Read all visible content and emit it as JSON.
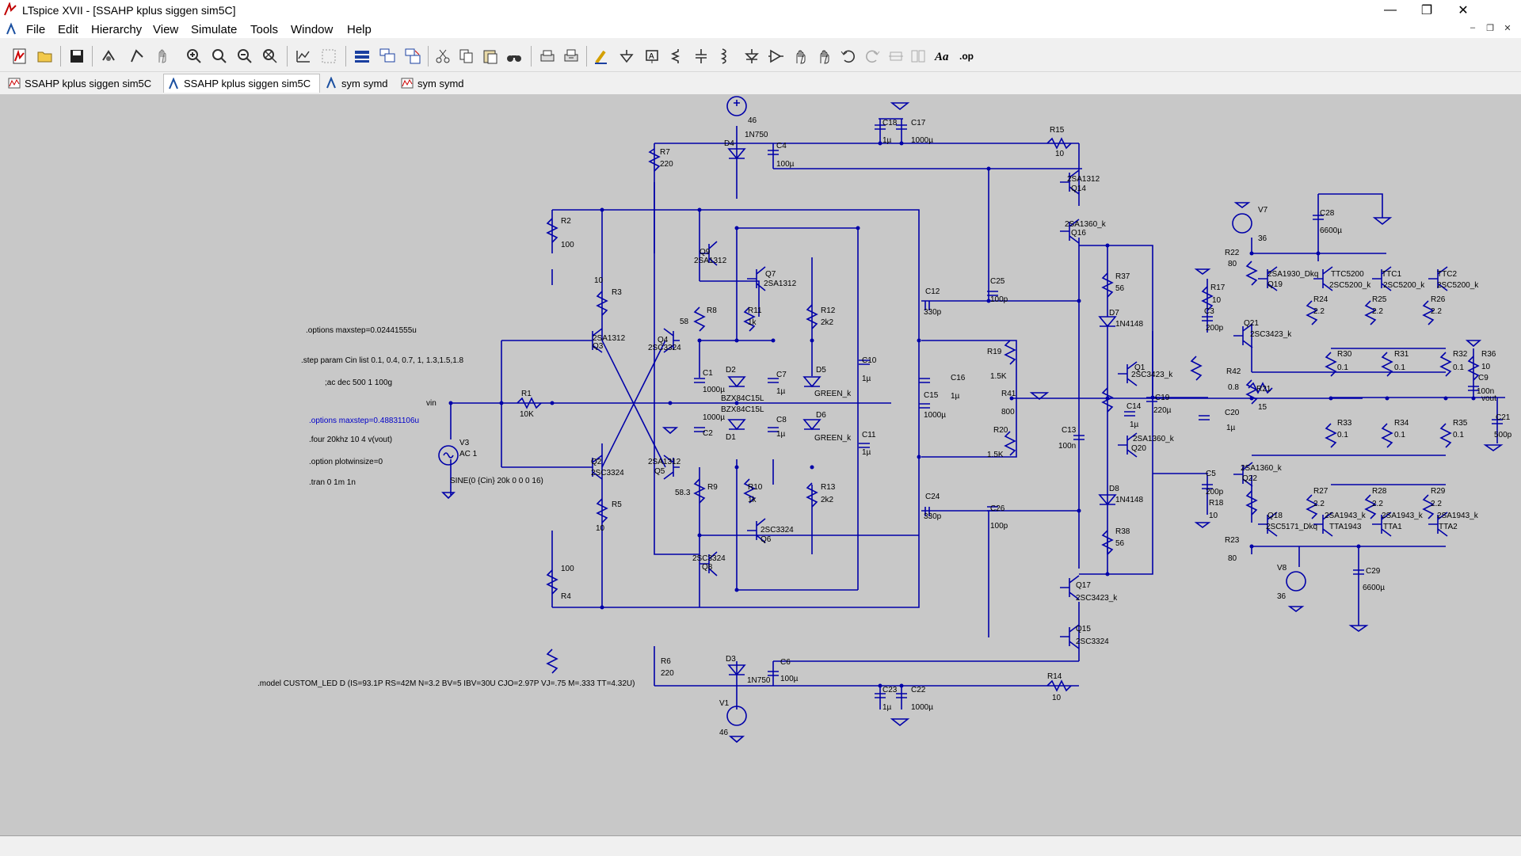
{
  "window": {
    "title": "LTspice XVII - [SSAHP kplus siggen sim5C]",
    "minimize_icon": "minimize-icon",
    "maximize_icon": "restore-icon",
    "close_icon": "close-icon"
  },
  "menu": {
    "items": [
      "File",
      "Edit",
      "Hierarchy",
      "View",
      "Simulate",
      "Tools",
      "Window",
      "Help"
    ]
  },
  "toolbar": {
    "buttons": [
      "new-schematic-icon",
      "open-icon",
      "save-icon",
      "control-panel-icon",
      "run-icon",
      "halt-icon",
      "zoom-in-icon",
      "pan-icon",
      "zoom-out-icon",
      "zoom-fit-icon",
      "autorange-icon",
      "tile-icon",
      "cascade-icon",
      "close-windows-icon",
      "cut-icon",
      "copy-icon",
      "paste-icon",
      "find-icon",
      "print-icon",
      "print-setup-icon",
      "draw-wire-icon",
      "ground-icon",
      "label-net-icon",
      "resistor-icon",
      "capacitor-icon",
      "inductor-icon",
      "diode-icon",
      "component-icon",
      "move-icon",
      "drag-icon",
      "undo-icon",
      "redo-icon",
      "rotate-icon",
      "mirror-icon",
      "text-icon",
      "spice-directive-icon"
    ]
  },
  "tabs": [
    {
      "label": "SSAHP kplus siggen sim5C",
      "icon": "waveform-icon",
      "active": false
    },
    {
      "label": "SSAHP kplus siggen sim5C",
      "icon": "schematic-icon",
      "active": true
    },
    {
      "label": "sym symd",
      "icon": "schematic-icon",
      "active": false
    },
    {
      "label": "sym symd",
      "icon": "waveform-icon",
      "active": false
    }
  ],
  "schematic": {
    "directives": {
      "maxstep1": ".options maxstep=0.02441555u",
      "step": ".step param Cin list 0.1, 0.4, 0.7, 1, 1.3,1.5,1.8",
      "ac": ";ac dec 500 1 100g",
      "maxstep2": ".options maxstep=0.48831106u",
      "four": ".four 20khz 10 4 v(vout)",
      "plotwinsize": ".option plotwinsize=0",
      "tran": ".tran 0 1m 1n",
      "sine": "SINE(0 {Cin} 20k 0 0 0 16)",
      "model": ".model CUSTOM_LED D (IS=93.1P RS=42M N=3.2 BV=5 IBV=30U CJO=2.97P VJ=.75 M=.333 TT=4.32U)"
    },
    "nets": {
      "vin": "vin",
      "vout": "vout"
    },
    "labels": {
      "v46top": "46",
      "d4": "D4",
      "d4val": "1N750",
      "c4": "C4",
      "c4val": "100µ",
      "c18": "C18",
      "c18val": "1µ",
      "c17": "C17",
      "c17val": "1000µ",
      "r15": "R15",
      "r15val": "10",
      "r7": "R7",
      "r7val": "220",
      "q14": "Q14",
      "q14val": "2SA1312",
      "q16": "Q16",
      "q16val": "2SA1360_k",
      "r2": "R2",
      "r2val": "100",
      "r3": "R3",
      "r3val": "10",
      "q3": "Q3",
      "q3val": "2SA1312",
      "q4": "Q4",
      "q4val": "2SC3324",
      "q9": "Q9",
      "q9val": "2SA1312",
      "q7": "Q7",
      "q7val": "2SA1312",
      "r8": "R8",
      "r8val": "58",
      "r11": "R11",
      "r11val": "1k",
      "r12": "R12",
      "r12val": "2k2",
      "c12": "C12",
      "c12val": "330p",
      "c25": "C25",
      "c25val": "100p",
      "r37": "R37",
      "r37val": "56",
      "d7": "D7",
      "d7val": "1N4148",
      "r19": "R19",
      "r19val": "1.5K",
      "c1": "C1",
      "c1val": "1000µ",
      "d2": "D2",
      "c7": "C7",
      "c7val": "1µ",
      "d5": "D5",
      "d5val": "GREEN_k",
      "c10": "C10",
      "c10val": "1µ",
      "c16": "C16",
      "c16val": "1µ",
      "c15": "C15",
      "c15val": "1000µ",
      "bzx1": "BZX84C15L",
      "bzx2": "BZX84C15L",
      "r1": "R1",
      "r1val": "10K",
      "c2": "C2",
      "c2val": "1000µ",
      "d1": "D1",
      "c8": "C8",
      "c8val": "1µ",
      "d6": "D6",
      "d6val": "GREEN_k",
      "c11": "C11",
      "c11val": "1µ",
      "r41": "R41",
      "r41val": "800",
      "q1": "Q1",
      "q1val": "2SC3423_k",
      "c14": "C14",
      "c14val": "1µ",
      "c19": "C19",
      "c19val": "220µ",
      "c13": "C13",
      "c13val": "100n",
      "r20": "R20",
      "r20val": "1.5K",
      "q20": "Q20",
      "q20val": "2SA1360_k",
      "v3": "V3",
      "v3val": "AC 1",
      "q2": "Q2",
      "q2val": "2SC3324",
      "q5": "Q5",
      "q5val": "2SA1312",
      "r9": "R9",
      "r9val": "58.3",
      "r10": "R10",
      "r10val": "1k",
      "r13": "R13",
      "r13val": "2k2",
      "r5": "R5",
      "r5val": "10",
      "c24": "C24",
      "c24val": "330p",
      "c26": "C26",
      "c26val": "100p",
      "d8": "D8",
      "d8val": "1N4148",
      "q6": "Q6",
      "q6val": "2SC3324",
      "q8": "Q8",
      "q8val": "2SC3324",
      "r38": "R38",
      "r38val": "56",
      "r4": "R4",
      "r4val": "100",
      "q17": "Q17",
      "q17val": "2SC3423_k",
      "q15": "Q15",
      "q15val": "2SC3324",
      "r6": "R6",
      "r6val": "220",
      "d3": "D3",
      "d3val": "1N750",
      "c6": "C6",
      "c6val": "100µ",
      "r14": "R14",
      "r14val": "10",
      "c23": "C23",
      "c23val": "1µ",
      "c22": "C22",
      "c22val": "1000µ",
      "v1": "V1",
      "v1val": "46",
      "v7": "V7",
      "v7val": "36",
      "c28": "C28",
      "c28val": "6600µ",
      "r22": "R22",
      "r22val": "80",
      "q19": "Q19",
      "q19val": "2SA1930_Dkq",
      "tc5200": "TTC5200",
      "q5200a": "2SC5200_k",
      "ttc1": "TTC1",
      "q5200b": "2SC5200_k",
      "ttc2": "TTC2",
      "q5200c": "2SC5200_k",
      "r17": "R17",
      "r17val": "10",
      "c3": "C3",
      "c3val": "200p",
      "r24": "R24",
      "r24val": "2.2",
      "r25": "R25",
      "r25val": "2.2",
      "r26": "R26",
      "r26val": "2.2",
      "q21": "Q21",
      "q21val": "2SC3423_k",
      "r30": "R30",
      "r30val": "0.1",
      "r31": "R31",
      "r31val": "0.1",
      "r32": "R32",
      "r32val": "0.1",
      "r36": "R36",
      "r36val": "10",
      "c9": "C9",
      "c9val": "100n",
      "r42": "R42",
      "r42val": "0.8",
      "r21": "R21",
      "r21val": "15",
      "c20": "C20",
      "c20val": "1µ",
      "c21": "C21",
      "c21val": "500p",
      "r33": "R33",
      "r33val": "0.1",
      "r34": "R34",
      "r34val": "0.1",
      "r35": "R35",
      "r35val": "0.1",
      "q22": "Q22",
      "q22val": "2SA1360_k",
      "c5": "C5",
      "c5val": "200p",
      "r18": "R18",
      "r18val": "10",
      "r27": "R27",
      "r27val": "2.2",
      "r28": "R28",
      "r28val": "2.2",
      "r29": "R29",
      "r29val": "2.2",
      "q18": "Q18",
      "q18val": "2SC5171_Dkq",
      "tta1943": "TTA1943",
      "qa1943a": "2SA1943_k",
      "tta1": "TTA1",
      "qa1943b": "2SA1943_k",
      "tta2": "TTA2",
      "r23": "R23",
      "r23val": "80",
      "v8": "V8",
      "v8val": "36",
      "c29": "C29",
      "c29val": "6600µ"
    }
  }
}
